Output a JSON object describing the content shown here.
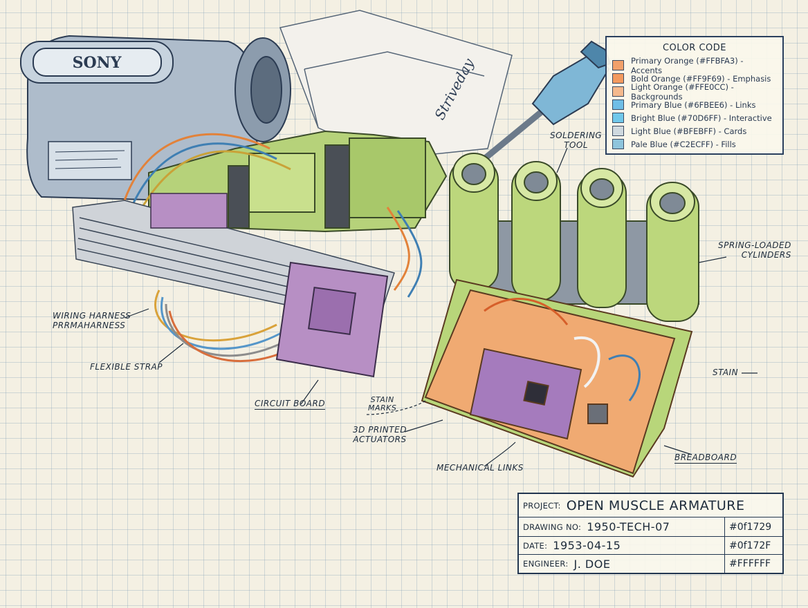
{
  "brand_marks": {
    "camera": "SONY",
    "box": "Striveday"
  },
  "callouts": {
    "soldering_tool": [
      "SOLDERING",
      "TOOL"
    ],
    "spring_cylinders": [
      "SPRING-LOADED",
      "CYLINDERS"
    ],
    "wiring_harness": [
      "WIRING HARNESS",
      "PRRMAHARNESS"
    ],
    "flexible_strap": "FLEXIBLE STRAP",
    "circuit_board": "CIRCUIT BOARD",
    "stain_marks": [
      "STAIN",
      "MARKS"
    ],
    "printed_actuators": [
      "3D PRINTED",
      "ACTUATORS"
    ],
    "mechanical_links": "MECHANICAL LINKS",
    "stain": "STAIN",
    "breadboard": "BREADBOARD"
  },
  "legend": {
    "title": "COLOR CODE",
    "items": [
      {
        "label": "Primary Orange (#FFBFA3) - Accents",
        "color": "#f2a06a"
      },
      {
        "label": "Bold Orange (#FF9F69) - Emphasis",
        "color": "#f39a5e"
      },
      {
        "label": "Light Orange (#FFE0CC) - Backgrounds",
        "color": "#f5b98c"
      },
      {
        "label": "Primary Blue (#6FBEE6) - Links",
        "color": "#6fbee6"
      },
      {
        "label": "Bright Blue (#70D6FF) - Interactive",
        "color": "#70c8ea"
      },
      {
        "label": "Light Blue (#BFEBFF) - Cards",
        "color": "#cfd9df"
      },
      {
        "label": "Pale Blue (#C2ECFF) - Fills",
        "color": "#8ec5dc"
      }
    ]
  },
  "title_block": {
    "project_label": "PROJECT:",
    "project": "OPEN MUSCLE ARMATURE",
    "drawing_label": "DRAWING NO:",
    "drawing_no": "1950-TECH-07",
    "drawing_hex": "#0f1729",
    "date_label": "DATE:",
    "date": "1953-04-15",
    "date_hex": "#0f172F",
    "engineer_label": "ENGINEER:",
    "engineer": "J. DOE",
    "engineer_hex": "#FFFFFF"
  }
}
